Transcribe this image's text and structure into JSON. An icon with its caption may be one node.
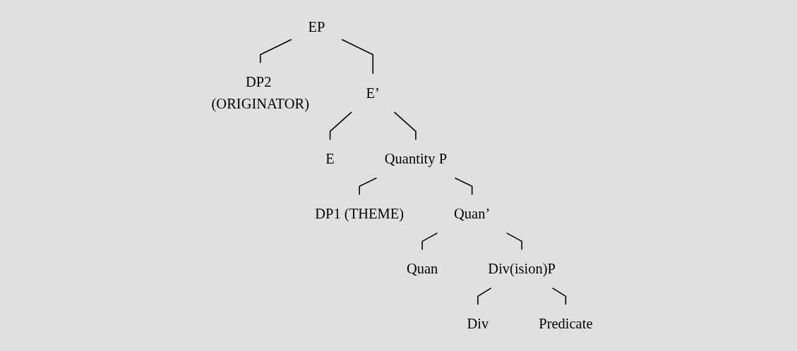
{
  "diagram": {
    "nodes": [
      {
        "text": [
          "EP"
        ]
      },
      {
        "text": [
          "DP2 (ORIGINATOR)"
        ]
      },
      {
        "text": [
          "E’"
        ]
      },
      {
        "text": [
          "E"
        ]
      },
      {
        "text": [
          "Quantity P"
        ]
      },
      {
        "text": [
          "DP1 (THEME)"
        ]
      },
      {
        "text": [
          "Quan’"
        ]
      },
      {
        "text": [
          "Quan"
        ]
      },
      {
        "text": [
          "Div(ision)P"
        ]
      },
      {
        "text": [
          "Div"
        ]
      },
      {
        "text": [
          "Predicate"
        ]
      }
    ],
    "edges": [
      {
        "from": 0,
        "to": 1,
        "arrow": "none"
      },
      {
        "from": 0,
        "to": 2,
        "arrow": "none"
      },
      {
        "from": 2,
        "to": 3,
        "arrow": "none"
      },
      {
        "from": 2,
        "to": 4,
        "arrow": "none"
      },
      {
        "from": 4,
        "to": 5,
        "arrow": "none"
      },
      {
        "from": 4,
        "to": 6,
        "arrow": "none"
      },
      {
        "from": 6,
        "to": 7,
        "arrow": "none"
      },
      {
        "from": 6,
        "to": 8,
        "arrow": "none"
      },
      {
        "from": 8,
        "to": 9,
        "arrow": "none"
      },
      {
        "from": 8,
        "to": 10,
        "arrow": "none"
      }
    ]
  }
}
